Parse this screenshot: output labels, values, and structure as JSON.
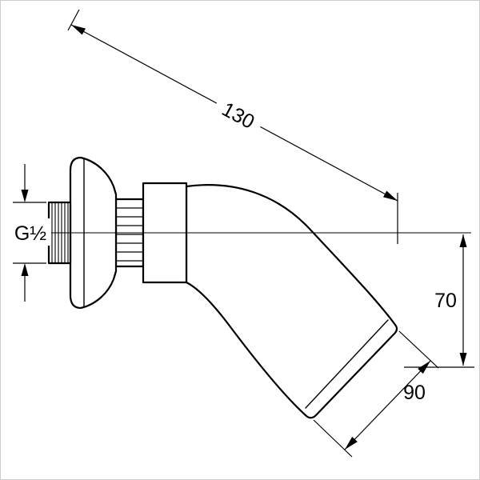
{
  "drawing": {
    "kind": "technical-dimension-drawing",
    "labels": {
      "diagonal_length": "130",
      "thread_size": "G½",
      "vertical_drop": "70",
      "outlet_length": "90"
    },
    "colors": {
      "line": "#000000",
      "background": "#ffffff",
      "border": "#cccccc"
    }
  }
}
